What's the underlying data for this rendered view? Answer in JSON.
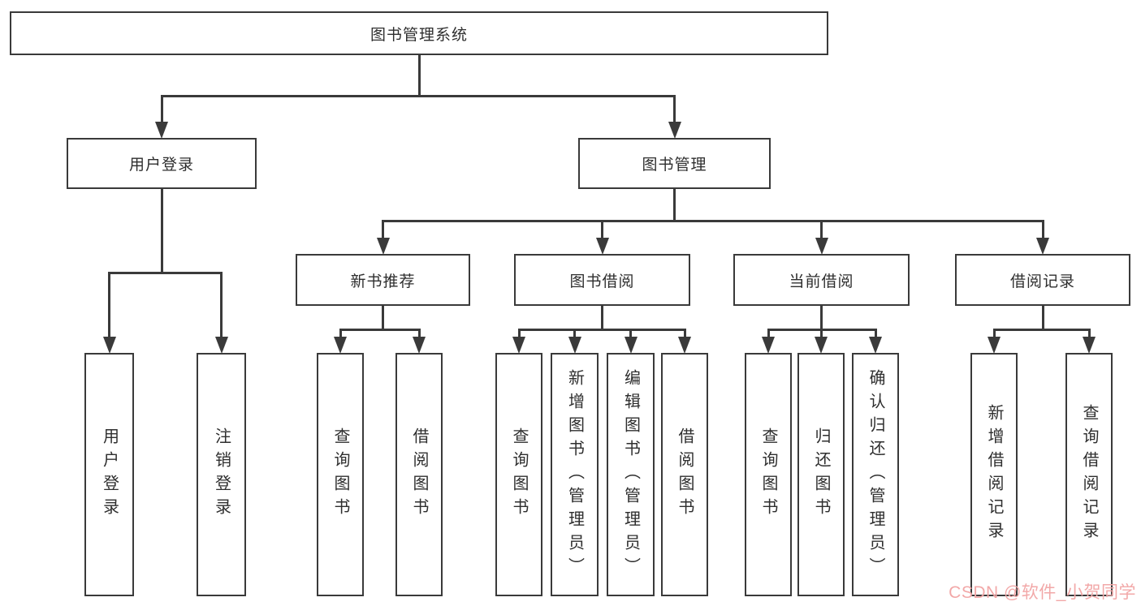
{
  "diagram": {
    "nodes": [
      {
        "id": "root",
        "label": "图书管理系统",
        "orientation": "horizontal",
        "children": [
          "user-login",
          "book-mgmt"
        ]
      },
      {
        "id": "user-login",
        "label": "用户登录",
        "orientation": "horizontal",
        "children": [
          "ul-login",
          "ul-logout"
        ]
      },
      {
        "id": "book-mgmt",
        "label": "图书管理",
        "orientation": "horizontal",
        "children": [
          "new-rec",
          "book-borrow",
          "cur-borrow",
          "borrow-rec"
        ]
      },
      {
        "id": "new-rec",
        "label": "新书推荐",
        "orientation": "horizontal",
        "children": [
          "nr-query",
          "nr-borrow"
        ]
      },
      {
        "id": "book-borrow",
        "label": "图书借阅",
        "orientation": "horizontal",
        "children": [
          "bb-query",
          "bb-add",
          "bb-edit",
          "bb-borrow"
        ]
      },
      {
        "id": "cur-borrow",
        "label": "当前借阅",
        "orientation": "horizontal",
        "children": [
          "cb-query",
          "cb-return",
          "cb-confirm"
        ]
      },
      {
        "id": "borrow-rec",
        "label": "借阅记录",
        "orientation": "horizontal",
        "children": [
          "br-add",
          "br-query"
        ]
      },
      {
        "id": "ul-login",
        "label": "用户登录",
        "orientation": "vertical",
        "children": []
      },
      {
        "id": "ul-logout",
        "label": "注销登录",
        "orientation": "vertical",
        "children": []
      },
      {
        "id": "nr-query",
        "label": "查询图书",
        "orientation": "vertical",
        "children": []
      },
      {
        "id": "nr-borrow",
        "label": "借阅图书",
        "orientation": "vertical",
        "children": []
      },
      {
        "id": "bb-query",
        "label": "查询图书",
        "orientation": "vertical",
        "children": []
      },
      {
        "id": "bb-add",
        "label": "新增图书（管理员）",
        "orientation": "vertical",
        "children": []
      },
      {
        "id": "bb-edit",
        "label": "编辑图书（管理员）",
        "orientation": "vertical",
        "children": []
      },
      {
        "id": "bb-borrow",
        "label": "借阅图书",
        "orientation": "vertical",
        "children": []
      },
      {
        "id": "cb-query",
        "label": "查询图书",
        "orientation": "vertical",
        "children": []
      },
      {
        "id": "cb-return",
        "label": "归还图书",
        "orientation": "vertical",
        "children": []
      },
      {
        "id": "cb-confirm",
        "label": "确认归还（管理员）",
        "orientation": "vertical",
        "children": []
      },
      {
        "id": "br-add",
        "label": "新增借阅记录",
        "orientation": "vertical",
        "children": []
      },
      {
        "id": "br-query",
        "label": "查询借阅记录",
        "orientation": "vertical",
        "children": []
      }
    ]
  },
  "watermark": {
    "text": "CSDN @软件_小贺同学",
    "color": "#f2a8a8"
  },
  "colors": {
    "line": "#3a3a3a",
    "border": "#3a3a3a",
    "text": "#2e2e2e",
    "background": "#ffffff"
  }
}
